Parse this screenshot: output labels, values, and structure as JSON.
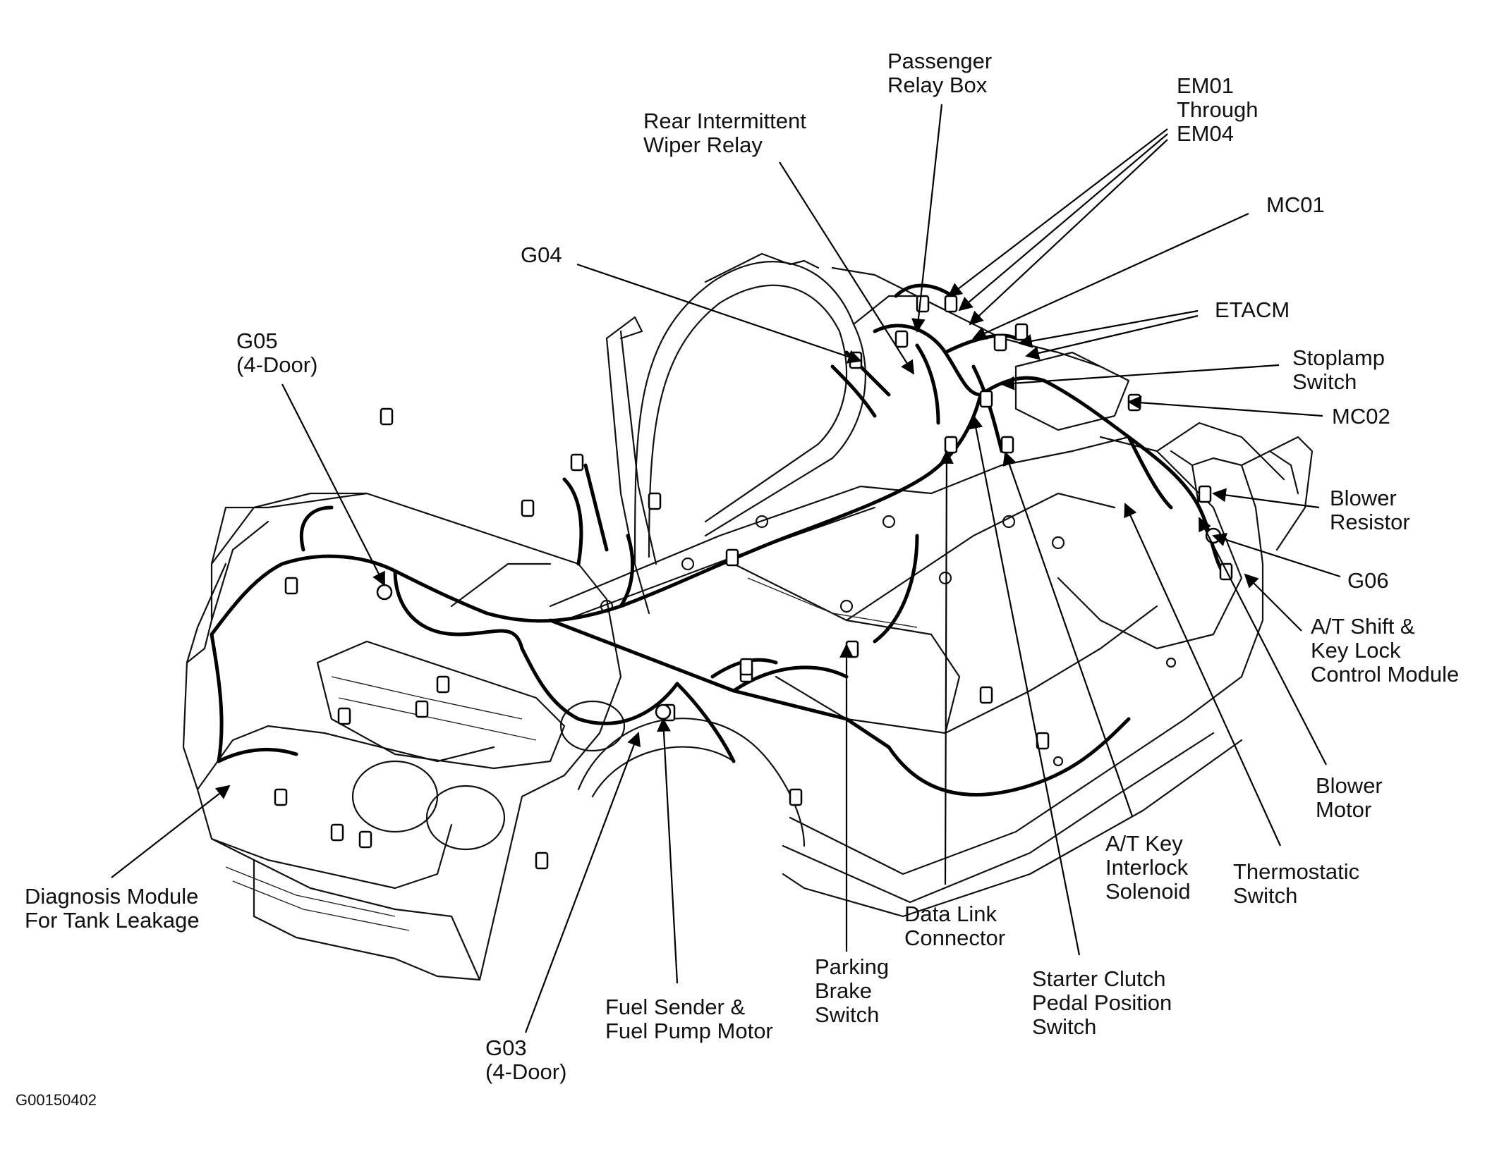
{
  "figure_id": "G00150402",
  "labels": {
    "passenger_relay_box": "Passenger\nRelay Box",
    "em01_em04": "EM01\nThrough\nEM04",
    "rear_wiper_relay": "Rear Intermittent\nWiper Relay",
    "mc01": "MC01",
    "g04": "G04",
    "etacm": "ETACM",
    "g05": "G05\n(4-Door)",
    "stoplamp_switch": "Stoplamp\nSwitch",
    "mc02": "MC02",
    "blower_resistor": "Blower\nResistor",
    "g06": "G06",
    "at_shift_key_lock": "A/T Shift &\nKey Lock\nControl Module",
    "blower_motor": "Blower\nMotor",
    "thermostatic_switch": "Thermostatic\nSwitch",
    "at_key_interlock": "A/T Key\nInterlock\nSolenoid",
    "data_link_connector": "Data Link\nConnector",
    "starter_clutch": "Starter Clutch\nPedal Position\nSwitch",
    "parking_brake": "Parking\nBrake\nSwitch",
    "fuel_sender": "Fuel Sender &\nFuel Pump Motor",
    "g03": "G03\n(4-Door)",
    "diagnosis_module": "Diagnosis Module\nFor Tank Leakage"
  }
}
